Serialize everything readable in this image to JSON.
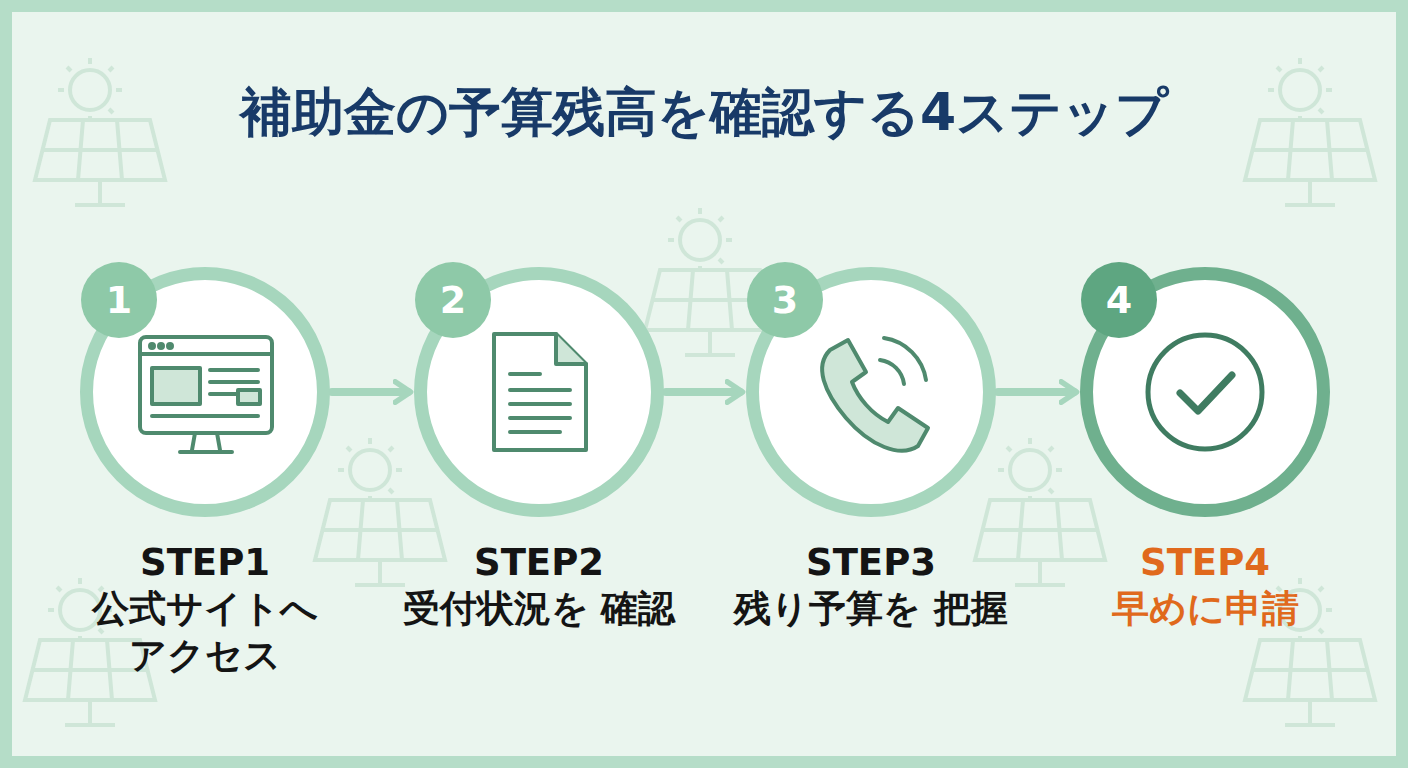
{
  "diagram": {
    "title": "補助金の予算残高を確認する4ステップ",
    "nodes": [
      {
        "text": [
          "STEP1",
          "公式サイトへ アクセス"
        ]
      },
      {
        "text": [
          "STEP2",
          "受付状況を 確認"
        ]
      },
      {
        "text": [
          "STEP3",
          "残り予算を 把握"
        ]
      },
      {
        "text": [
          "STEP4",
          "早めに申請"
        ]
      }
    ],
    "edges": [
      {
        "from": 0,
        "to": 1,
        "arrow": "to"
      },
      {
        "from": 1,
        "to": 2,
        "arrow": "to"
      },
      {
        "from": 2,
        "to": 3,
        "arrow": "to"
      }
    ],
    "labels": [
      "1",
      "2",
      "3",
      "4"
    ]
  }
}
